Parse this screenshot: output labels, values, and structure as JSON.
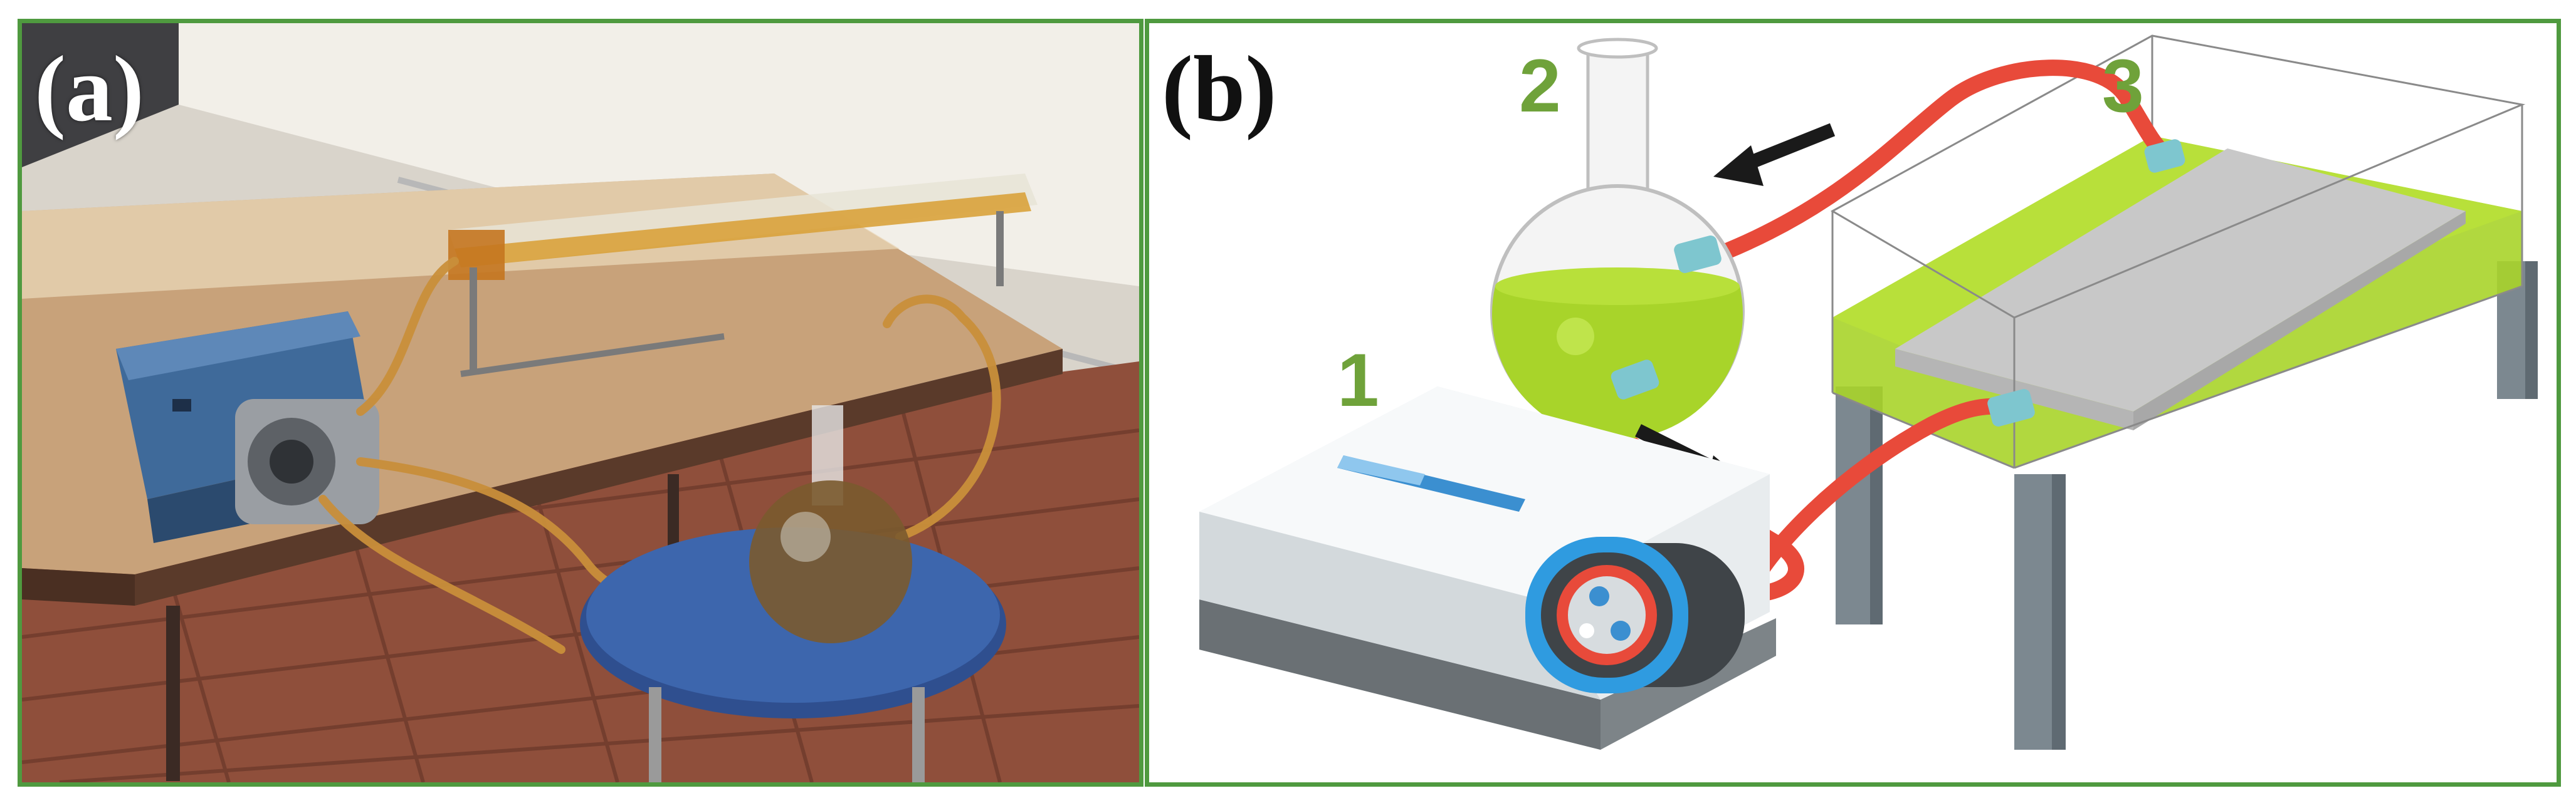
{
  "figure": {
    "frame_color": "#4f9a3f",
    "panel_a": {
      "label": "(a)",
      "content": "photograph"
    },
    "panel_b": {
      "label": "(b)",
      "number_color": "#6fa23a",
      "tube_color": "#e84a3a",
      "fluid_color": "#a8d42a",
      "components": [
        {
          "number": "1",
          "icon": "peristaltic-pump-icon"
        },
        {
          "number": "2",
          "icon": "round-bottom-flask-icon"
        },
        {
          "number": "3",
          "icon": "reactor-tank-icon"
        }
      ],
      "flow_arrows": [
        "flow-arrow-upper",
        "flow-arrow-lower"
      ]
    }
  }
}
